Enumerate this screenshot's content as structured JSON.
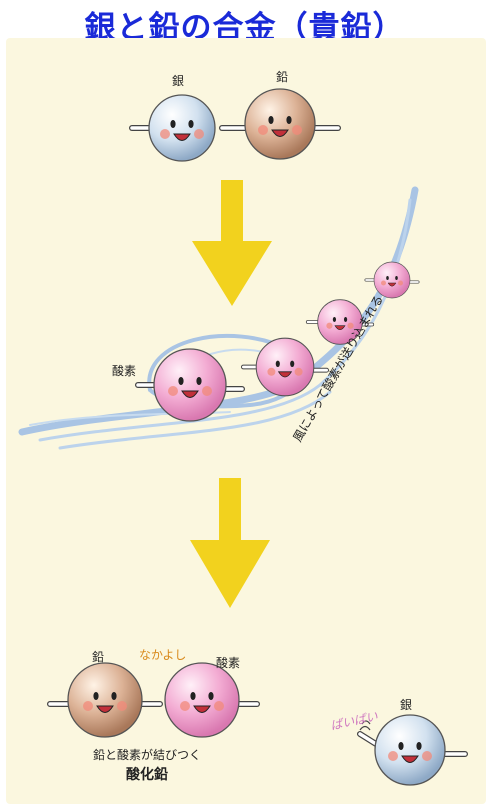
{
  "title": "銀と鉛の合金（貴鉛）",
  "labels": {
    "top_silver": "銀",
    "top_lead": "鉛",
    "oxygen": "酸素",
    "wind_text": "風によって酸素が送り込まれる",
    "bottom_lead": "鉛",
    "nakayoshi": "なかよし",
    "bottom_oxygen": "酸素",
    "bond_caption": "鉛と酸素が結びつく",
    "lead_oxide": "酸化鉛",
    "paipai": "ばいばい",
    "bottom_silver": "銀"
  },
  "colors": {
    "title_blue": "#1a2ad8",
    "panel_bg": "#fbf7df",
    "arrow_yellow": "#f2d21e",
    "silver_ball": "#c9d9ea",
    "lead_ball": "#d6a98a",
    "oxygen_ball": "#f2a3cf",
    "wind_blue": "#a9c4e4"
  },
  "icons": [
    "silver-atom-icon",
    "lead-atom-icon",
    "oxygen-atom-icon",
    "down-arrow-icon",
    "wind-swirl-icon"
  ]
}
